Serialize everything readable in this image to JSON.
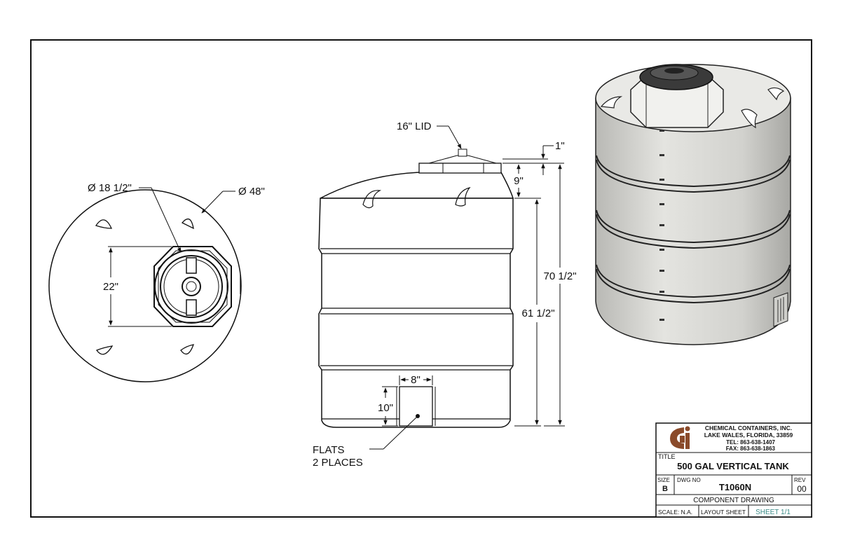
{
  "top_view": {
    "dia_outer": "Ø 48\"",
    "dia_lid": "Ø 18 1/2\"",
    "dim_22": "22\""
  },
  "side_view": {
    "lid_label": "16\" LID",
    "dim_1": "1\"",
    "dim_9": "9\"",
    "dim_70": "70 1/2\"",
    "dim_61": "61 1/2\"",
    "dim_8": "8\"",
    "dim_10": "10\"",
    "flats_line1": "FLATS",
    "flats_line2": "2 PLACES"
  },
  "title_block": {
    "company": "CHEMICAL CONTAINERS, INC.",
    "address": "LAKE WALES, FLORIDA, 33859",
    "tel": "TEL: 863-638-1407",
    "fax": "FAX: 863-638-1863",
    "title_label": "TITLE",
    "title": "500 GAL VERTICAL TANK",
    "size_label": "SIZE",
    "size": "B",
    "dwg_label": "DWG NO",
    "dwg_no": "T1060N",
    "rev_label": "REV",
    "rev": "00",
    "drawing_type": "COMPONENT DRAWING",
    "scale": "SCALE: N.A.",
    "layout": "LAYOUT SHEET",
    "sheet": "SHEET 1/1"
  },
  "colors": {
    "logo_brown": "#8a4a2a",
    "sheet_teal": "#3a8a86",
    "tank_fill": "#d8d8d4",
    "lid_dark": "#333333"
  }
}
